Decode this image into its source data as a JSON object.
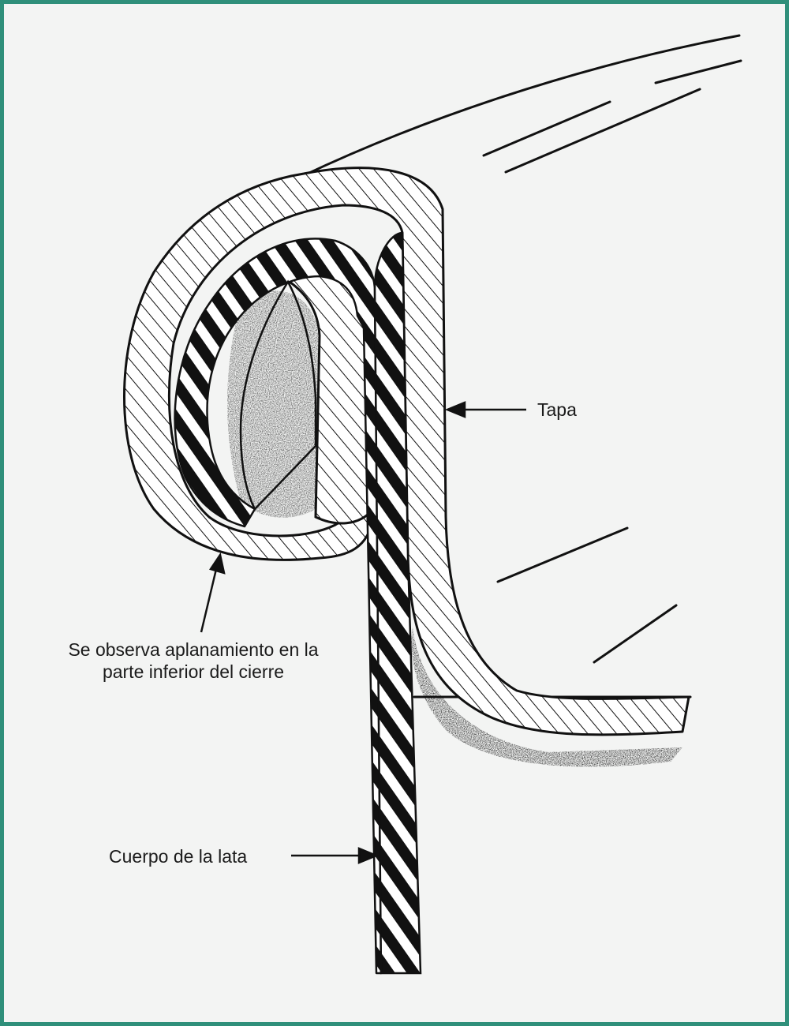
{
  "diagram": {
    "labels": {
      "tapa": "Tapa",
      "cuerpo": "Cuerpo de la lata",
      "aplanamiento_line1": "Se observa aplanamiento en la",
      "aplanamiento_line2": "parte inferior del cierre"
    },
    "colors": {
      "frame_border": "#2f8f7a",
      "background": "#f3f4f3",
      "ink": "#111111"
    }
  }
}
